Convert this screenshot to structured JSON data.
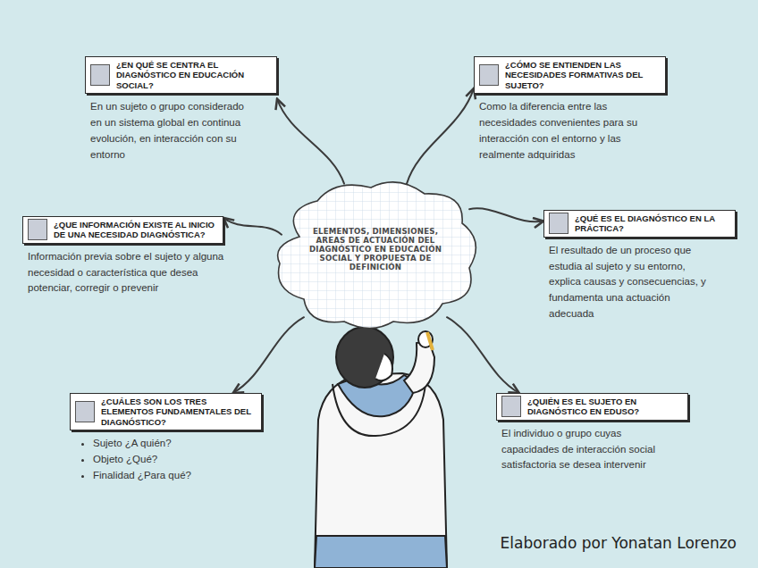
{
  "diagram": {
    "nodes": [
      {
        "text": [
          "ELEMENTOS, DIMENSIONES, AREAS DE ACTUACIÓN DEL DIAGNÓSTICO EN EDUCACIÓN SOCIAL Y PROPUESTA DE DEFINICIÓN"
        ]
      },
      {
        "text": [
          "¿EN QUÉ SE CENTRA EL DIAGNÓSTICO EN EDUCACIÓN SOCIAL?",
          "En un sujeto o grupo considerado  en un sistema global en continua evolución, en interacción con su entorno"
        ]
      },
      {
        "text": [
          "¿CÓMO SE ENTIENDEN LAS NECESIDADES FORMATIVAS DEL SUJETO?",
          "Como la diferencia entre las necesidades convenientes para su interacción con el entorno y las realmente adquiridas"
        ]
      },
      {
        "text": [
          "¿QUE INFORMACIÓN EXISTE AL INICIO DE UNA NECESIDAD DIAGNÓSTICA?",
          "Información previa sobre el sujeto y alguna necesidad o característica que desea potenciar, corregir o prevenir"
        ]
      },
      {
        "text": [
          "¿QUÉ ES EL DIAGNÓSTICO EN LA PRÁCTICA?",
          "El resultado de un proceso que estudia al sujeto y su entorno, explica causas y consecuencias, y fundamenta una actuación adecuada"
        ]
      },
      {
        "text": [
          "¿CUÁLES SON LOS TRES ELEMENTOS FUNDAMENTALES DEL DIAGNÓSTICO?",
          "Sujeto ¿A quién?",
          "Objeto ¿Qué?",
          "Finalidad ¿Para qué?"
        ]
      },
      {
        "text": [
          "¿QUIÉN ES EL SUJETO EN DIAGNÓSTICO EN EDUSO?",
          "El individuo o grupo cuyas capacidades de interacción social satisfactoria se desea intervenir"
        ]
      }
    ],
    "edges": [
      {
        "from": 0,
        "to": 1,
        "arrow": "to"
      },
      {
        "from": 0,
        "to": 2,
        "arrow": "to"
      },
      {
        "from": 0,
        "to": 3,
        "arrow": "to"
      },
      {
        "from": 0,
        "to": 4,
        "arrow": "to"
      },
      {
        "from": 0,
        "to": 5,
        "arrow": "to"
      },
      {
        "from": 0,
        "to": 6,
        "arrow": "to"
      }
    ],
    "labels": [
      "Elaborado por Yonatan Lorenzo"
    ]
  }
}
